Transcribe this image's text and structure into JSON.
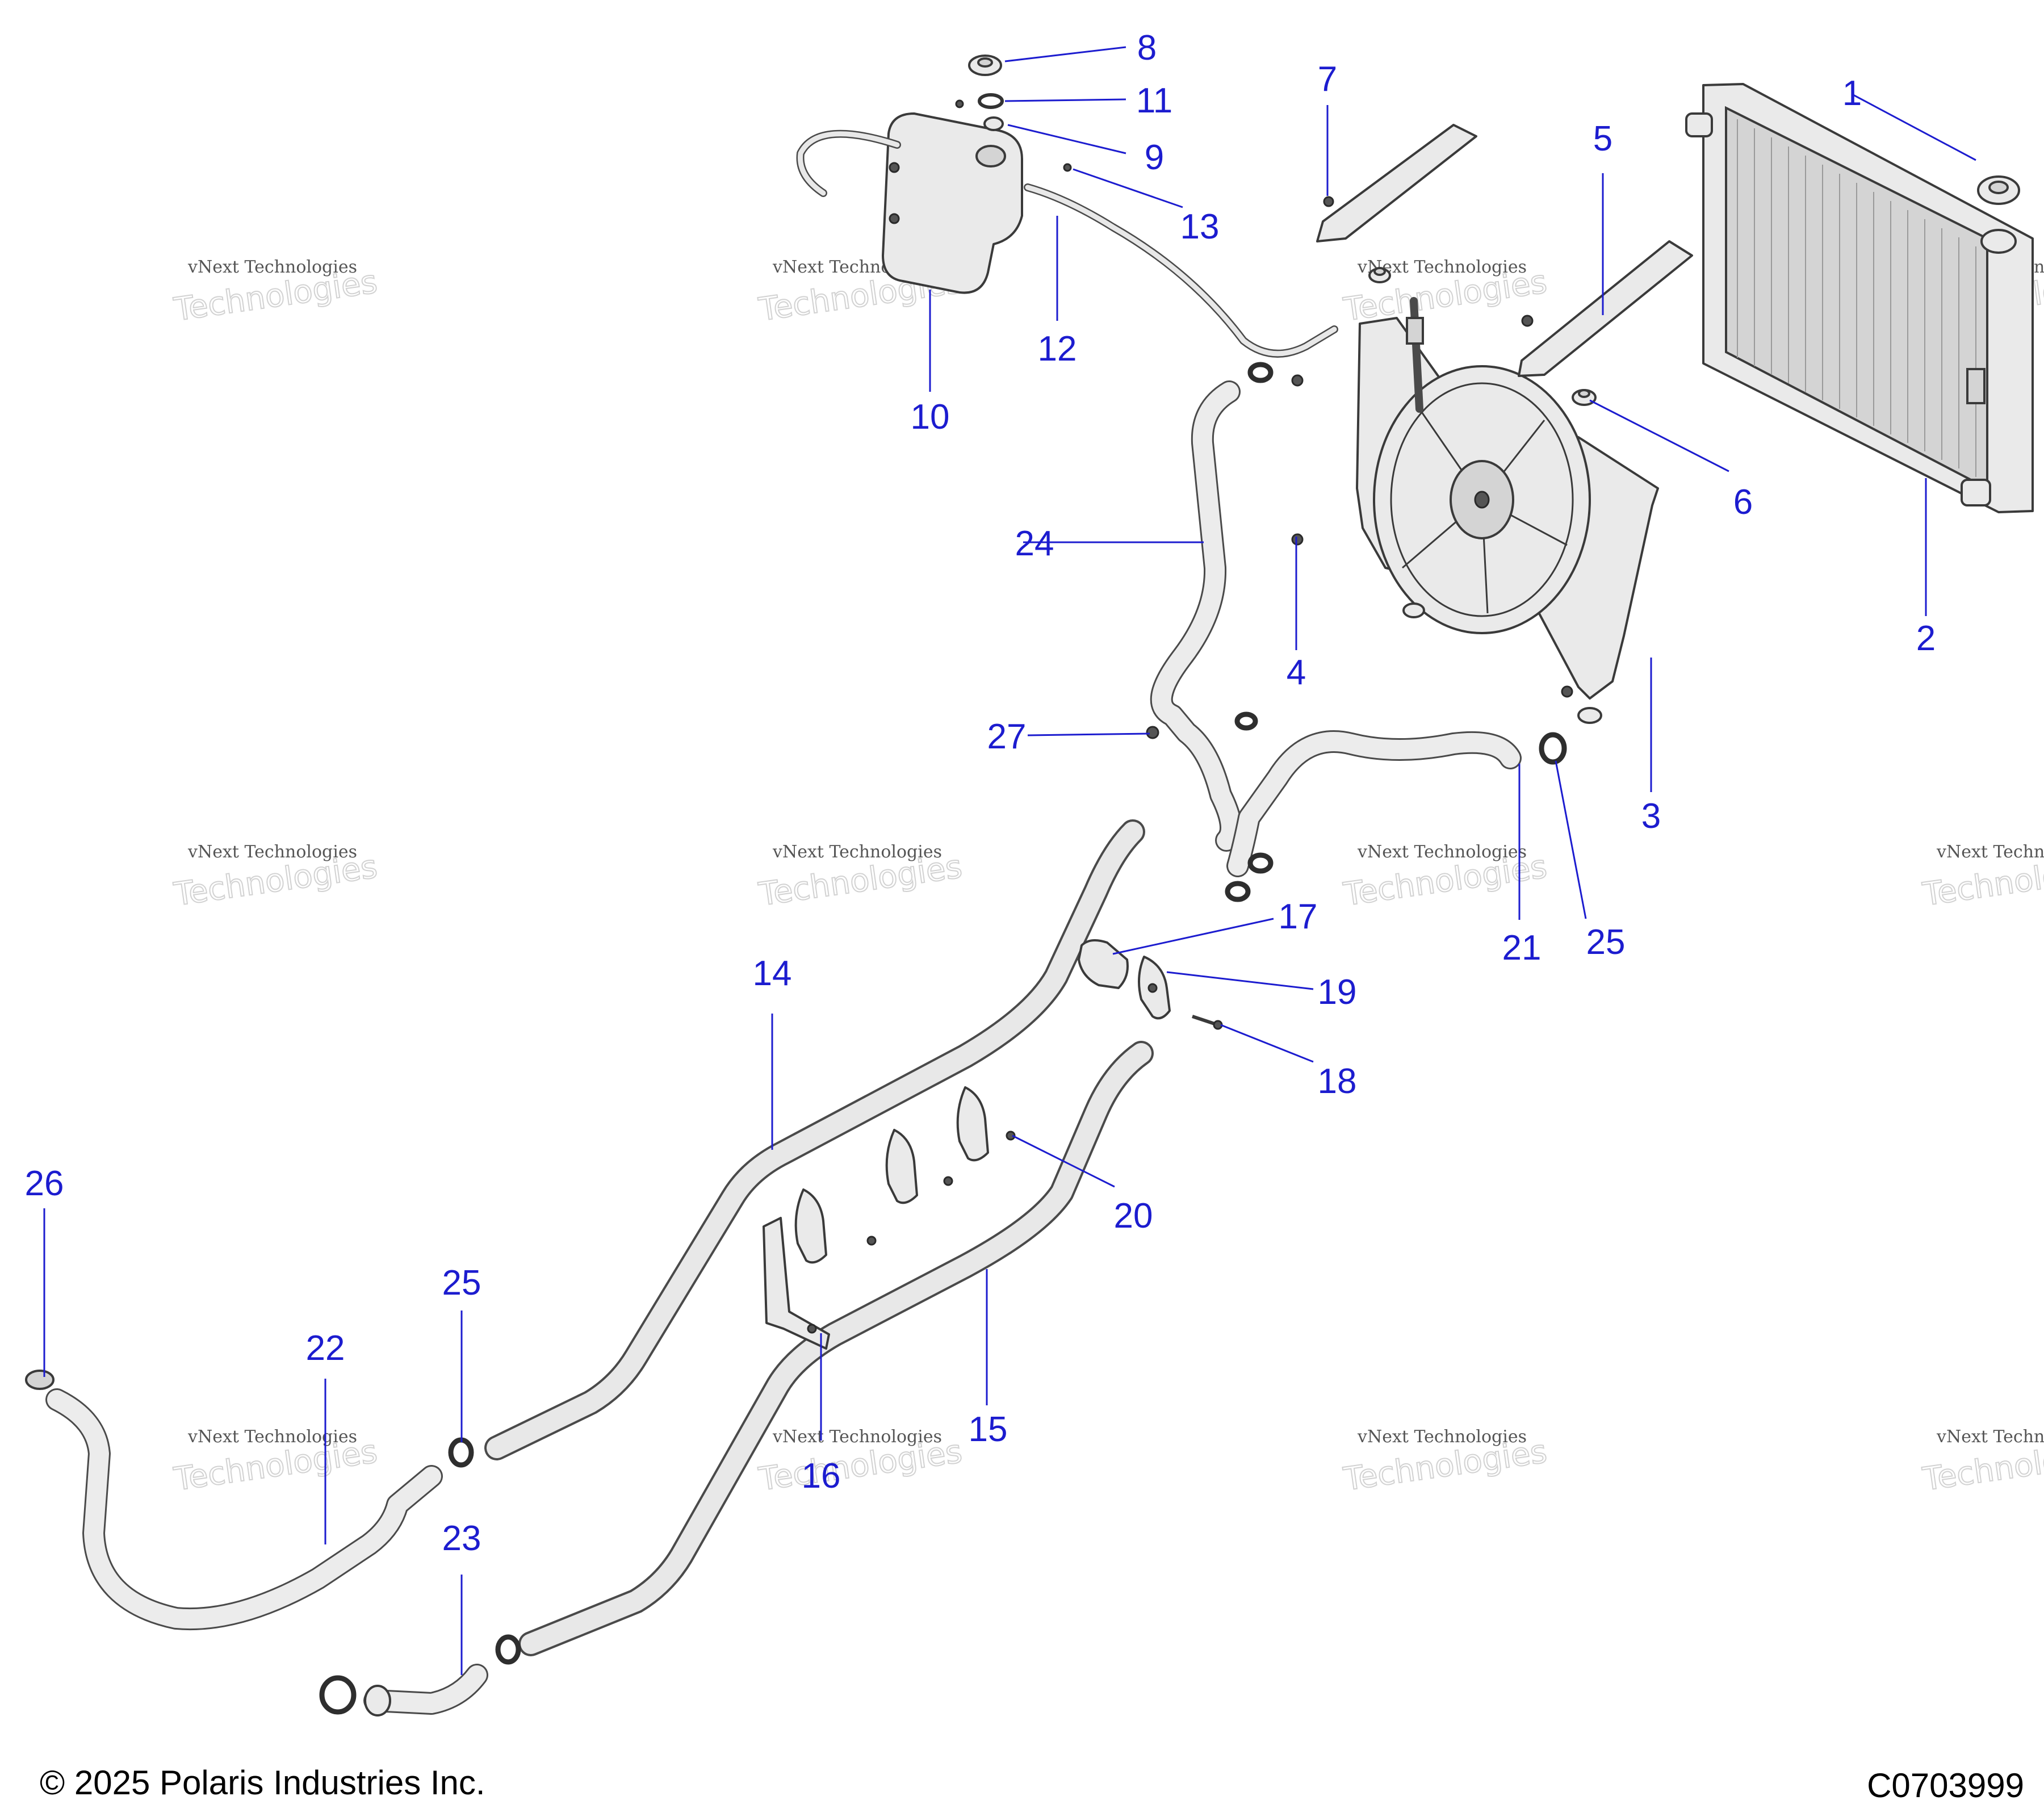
{
  "watermark": {
    "line1": "vNext Technologies",
    "line2": "Technologies"
  },
  "callouts": [
    "1",
    "2",
    "3",
    "4",
    "5",
    "6",
    "7",
    "8",
    "9",
    "10",
    "11",
    "12",
    "13",
    "14",
    "15",
    "16",
    "17",
    "18",
    "19",
    "20",
    "21",
    "22",
    "23",
    "24",
    "25",
    "25",
    "26",
    "27"
  ],
  "footer": {
    "copyright": "© 2025 Polaris Industries Inc.",
    "figure_id": "C0703999"
  }
}
